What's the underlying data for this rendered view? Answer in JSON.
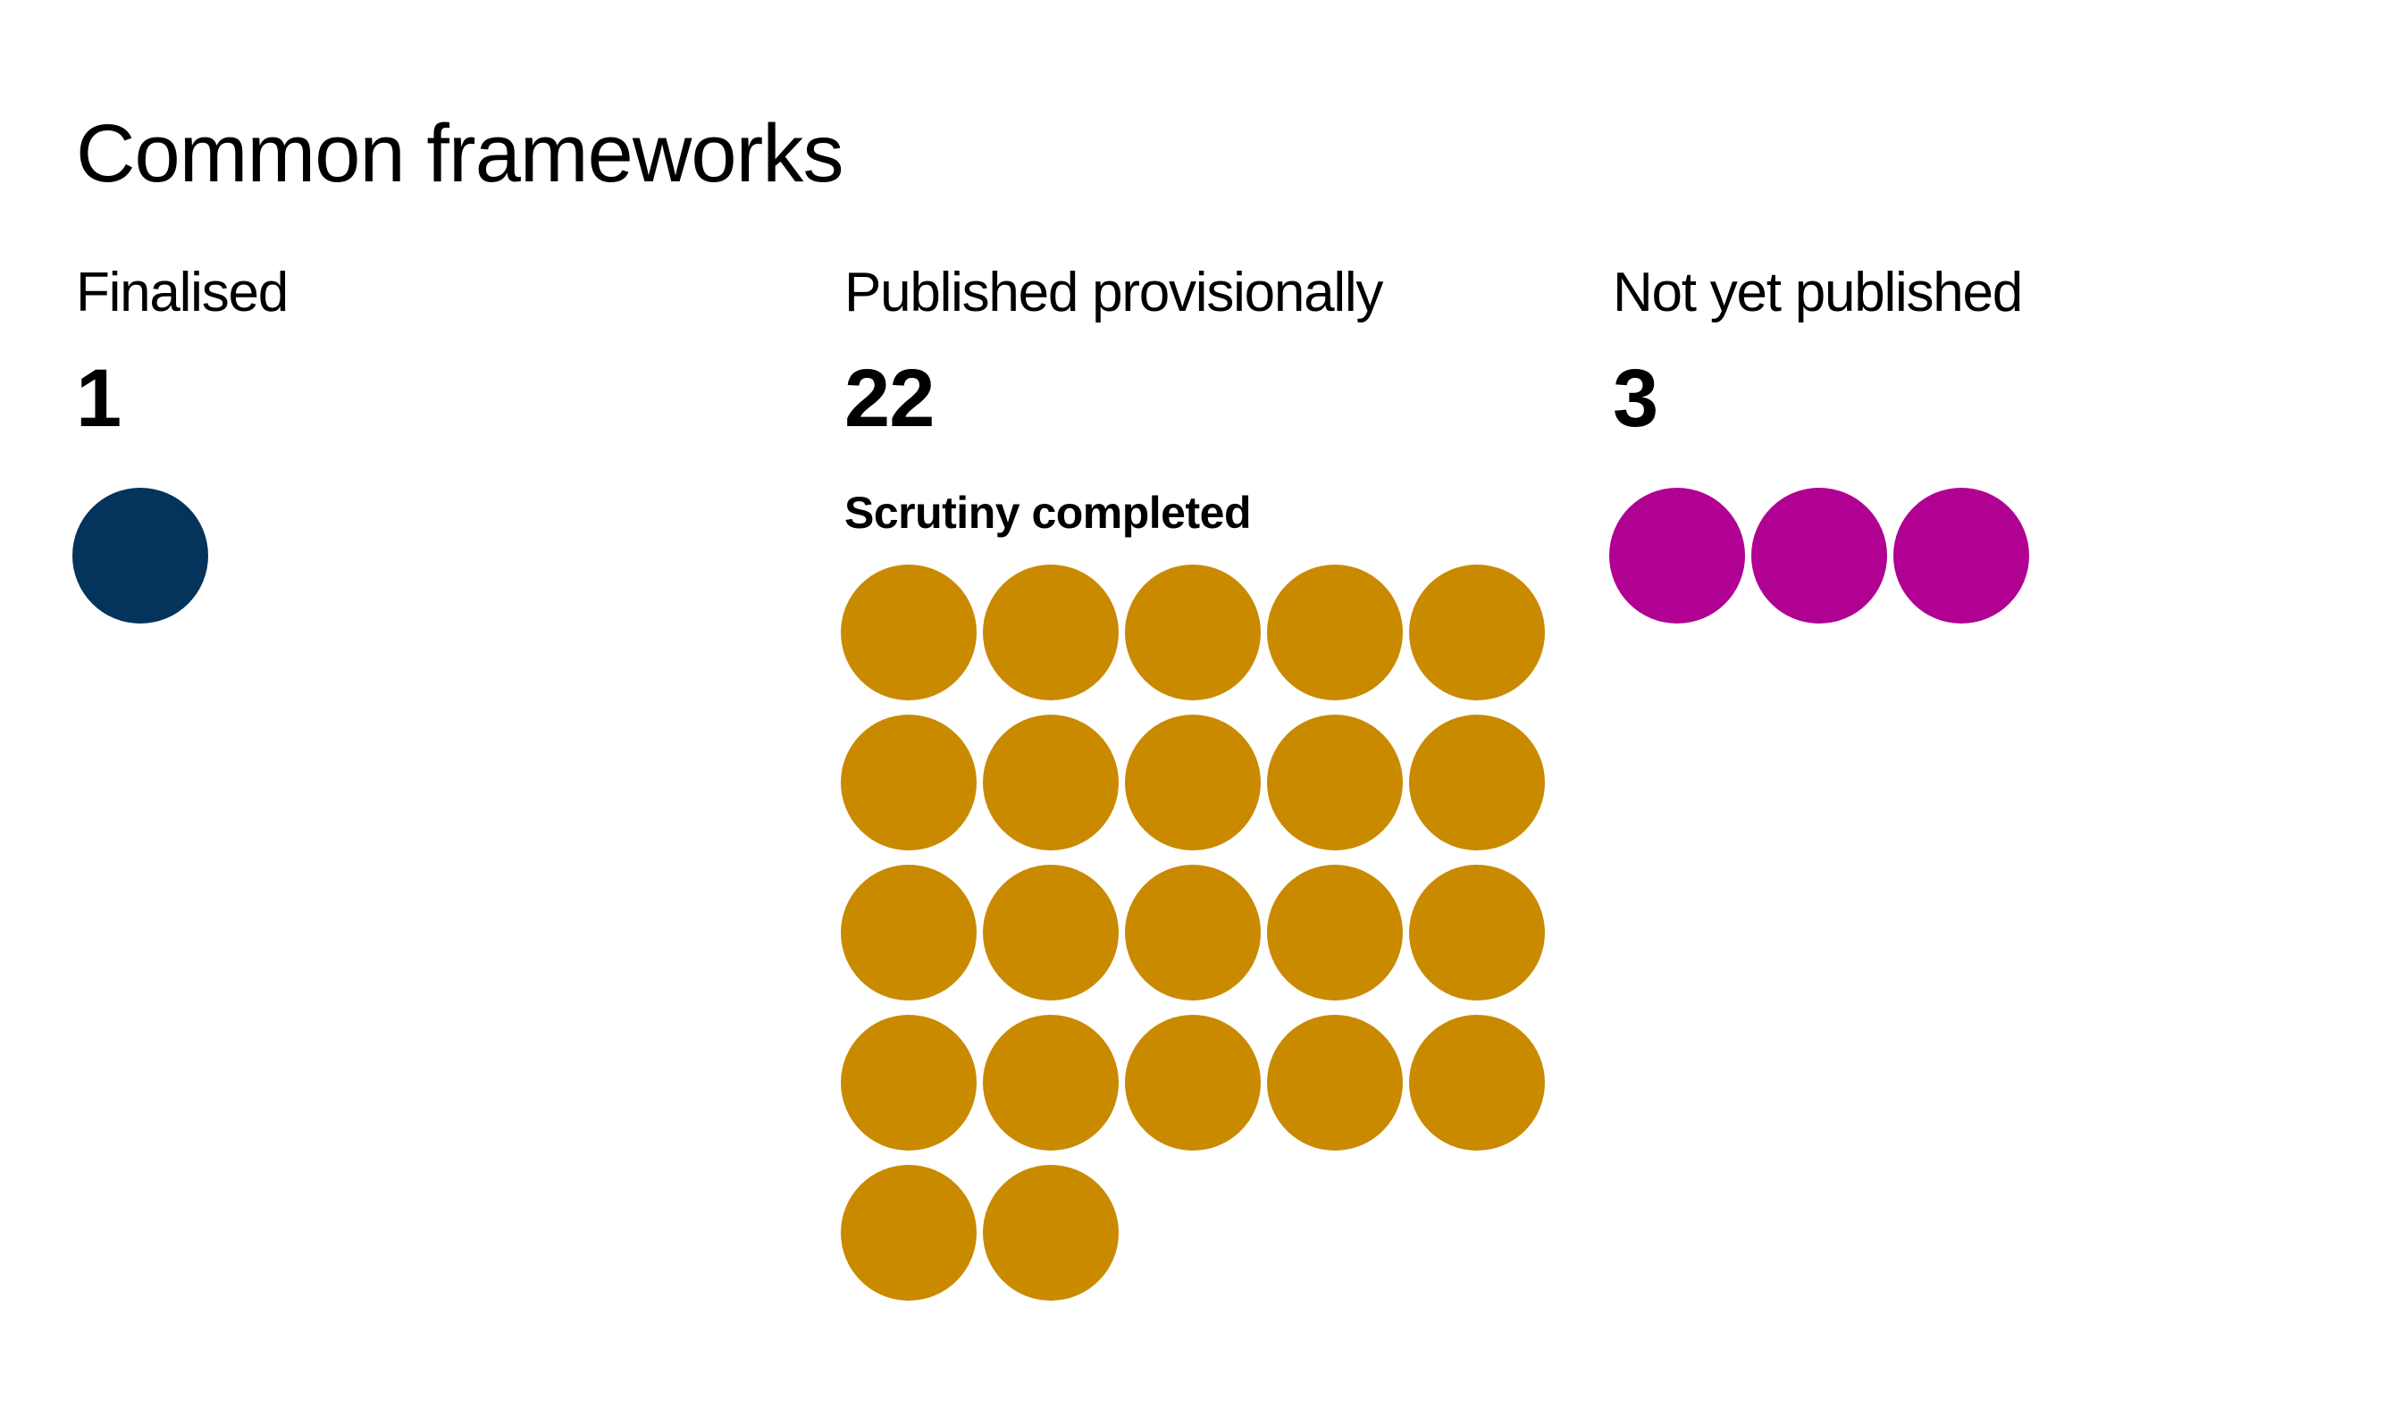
{
  "title": "Common frameworks",
  "chart_data": {
    "type": "pictogram",
    "title": "Common frameworks",
    "categories": [
      "Finalised",
      "Published provisionally",
      "Not yet published"
    ],
    "values": [
      1,
      22,
      3
    ],
    "sublabels": [
      "",
      "Scrutiny completed",
      ""
    ],
    "series_colors": [
      "#04335B",
      "#C98A00",
      "#B00192"
    ],
    "dots_per_row": 5,
    "legend": false,
    "grid": false
  },
  "columns": [
    {
      "id": "finalised-dot",
      "label": "Finalised",
      "value": "1",
      "sublabel": "",
      "count": 1,
      "color": "#04335B",
      "grid_cols": 5
    },
    {
      "id": "published-provisionally-dot",
      "label": "Published provisionally",
      "value": "22",
      "sublabel": "Scrutiny completed",
      "count": 22,
      "color": "#C98A00",
      "grid_cols": 5
    },
    {
      "id": "not-yet-published-dot",
      "label": "Not yet published",
      "value": "3",
      "sublabel": "",
      "count": 3,
      "color": "#B00192",
      "grid_cols": 5
    }
  ]
}
